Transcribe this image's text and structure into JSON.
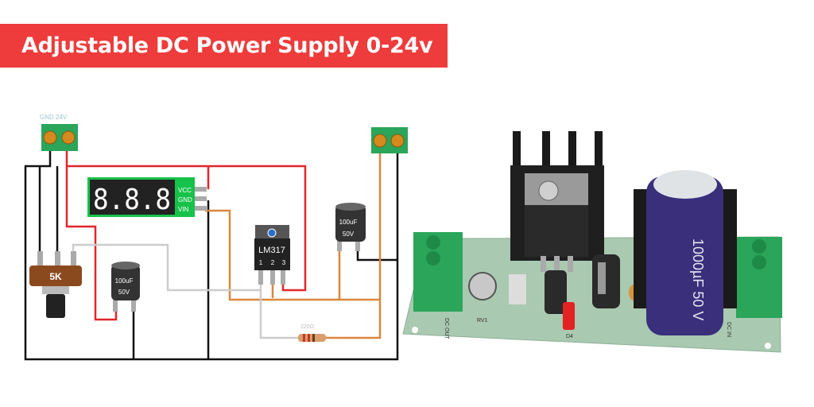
{
  "title": "Adjustable DC Power Supply 0-24v",
  "schematic": {
    "input_terminal_label": "GND 24V",
    "display": {
      "digits": "8.8.8",
      "pins": [
        "VCC",
        "GND",
        "VIN"
      ]
    },
    "regulator": {
      "label": "LM317",
      "pins": [
        "1",
        "2",
        "3"
      ]
    },
    "potentiometer": {
      "label": "5K"
    },
    "capacitor_left": {
      "value": "100uF",
      "voltage": "50V"
    },
    "capacitor_right": {
      "value": "100uF",
      "voltage": "50V"
    },
    "resistor_label": "220Ω"
  },
  "photo": {
    "big_capacitor_text": "1000µF 50 V",
    "silk_left": "DC OUT",
    "silk_right": "DC IN",
    "silk_pot": "RV1",
    "silk_led": "D4"
  },
  "colors": {
    "title_bg": "#ee3b3b",
    "wire_red": "#e0262b",
    "wire_orange": "#d9873e",
    "pcb": "#a9c9b0",
    "terminal": "#2aa55a"
  }
}
